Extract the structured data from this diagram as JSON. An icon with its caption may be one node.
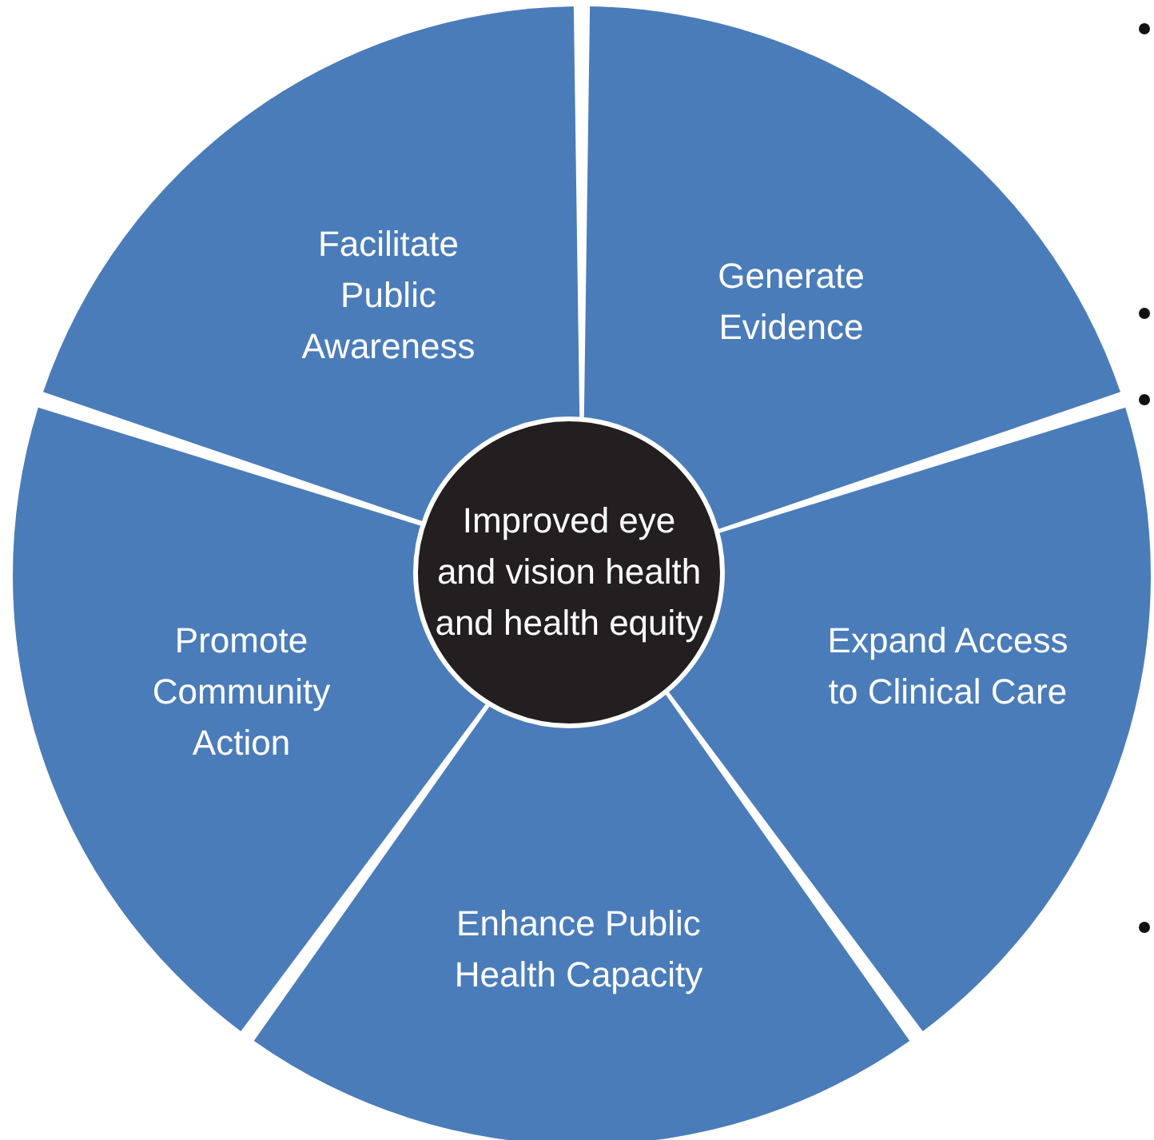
{
  "diagram": {
    "nodes": [
      {
        "text": [
          "Facilitate Public Awareness"
        ]
      },
      {
        "text": [
          "Generate Evidence"
        ]
      },
      {
        "text": [
          "Improved eye and vision health and health equity"
        ]
      },
      {
        "text": [
          "Promote Community Action"
        ]
      },
      {
        "text": [
          "Expand Access to Clinical Care"
        ]
      },
      {
        "text": [
          "Enhance Public Health Capacity"
        ]
      }
    ]
  }
}
